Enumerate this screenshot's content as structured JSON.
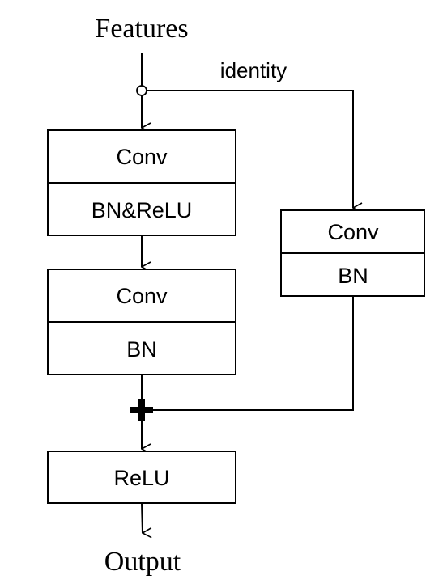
{
  "input_label": "Features",
  "output_label": "Output",
  "shortcut_label": "identity",
  "main_path": {
    "block1": {
      "top": "Conv",
      "bottom": "BN&ReLU"
    },
    "block2": {
      "top": "Conv",
      "bottom": "BN"
    }
  },
  "shortcut": {
    "top": "Conv",
    "bottom": "BN"
  },
  "final": "ReLU",
  "colors": {
    "stroke": "#000000",
    "background": "#ffffff"
  }
}
